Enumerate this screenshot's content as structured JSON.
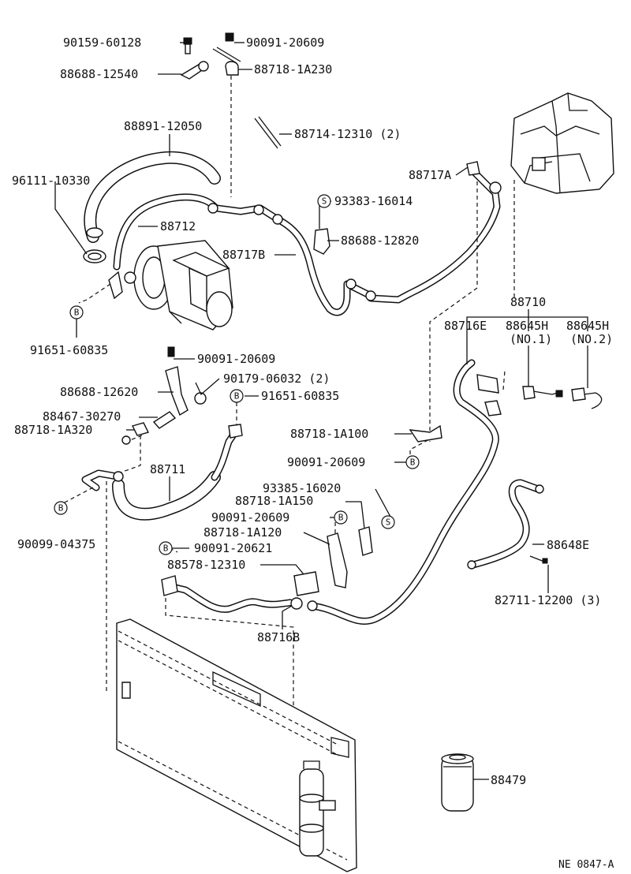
{
  "labels": {
    "l1": "90159-60128",
    "l2": "90091-20609",
    "l3": "88688-12540",
    "l4": "88718-1A230",
    "l5": "88891-12050",
    "l6": "88714-12310 (2)",
    "l7": "96111-10330",
    "l8": "88717A",
    "l9": "93383-16014",
    "l10": "88712",
    "l11": "88688-12820",
    "l12": "88717B",
    "l13": "88710",
    "l14": "88716E",
    "l15": "88645H",
    "l15b": "(NO.1)",
    "l16": "88645H",
    "l16b": "(NO.2)",
    "l17": "91651-60835",
    "l18": "90091-20609",
    "l19": "90179-06032 (2)",
    "l20": "88688-12620",
    "l21": "91651-60835",
    "l22": "88467-30270",
    "l23": "88718-1A320",
    "l24": "88718-1A100",
    "l25": "90091-20609",
    "l26": "88711",
    "l27": "93385-16020",
    "l28": "88718-1A150",
    "l29": "90091-20609",
    "l30": "90099-04375",
    "l31": "88718-1A120",
    "l32": "88648E",
    "l33": "90091-20621",
    "l34": "88578-12310",
    "l35": "82711-12200 (3)",
    "l36": "88716B",
    "l37": "88479",
    "l38": "NE 0847-A"
  },
  "markers": {
    "bolt": "B",
    "screw": "S"
  }
}
